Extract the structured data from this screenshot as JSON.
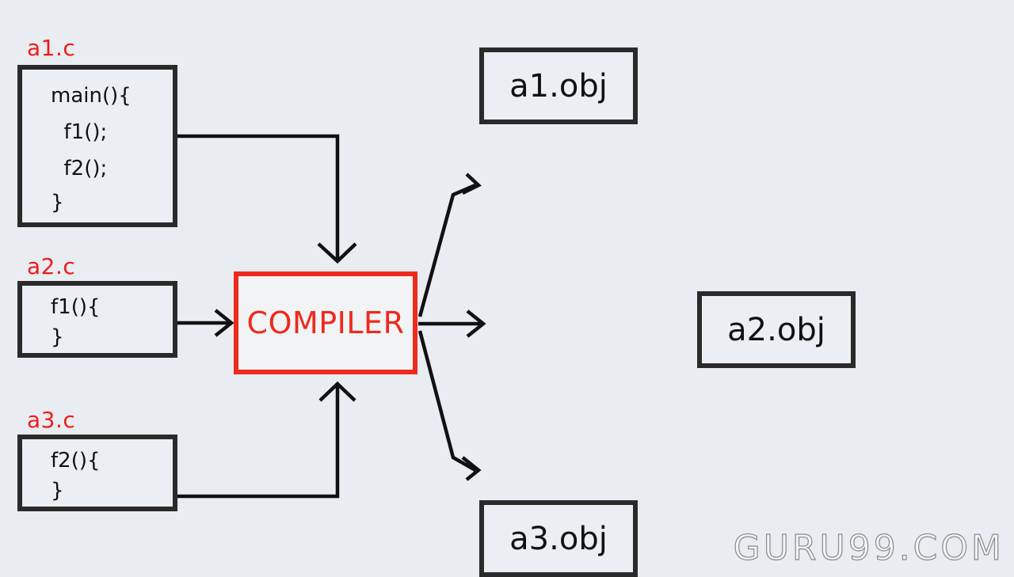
{
  "sources": [
    {
      "file": "a1.c",
      "lines": [
        "main(){",
        "  f1();",
        "  f2();",
        "}"
      ]
    },
    {
      "file": "a2.c",
      "lines": [
        "f1(){",
        "}"
      ]
    },
    {
      "file": "a3.c",
      "lines": [
        "f2(){",
        "}"
      ]
    }
  ],
  "compiler": {
    "label": "COMPILER"
  },
  "outputs": [
    "a1.obj",
    "a2.obj",
    "a3.obj"
  ],
  "watermark": "GURU99.COM",
  "colors": {
    "background": "#e9ecf0",
    "accent": "#ee1c1c",
    "stroke": "#2a2a2a"
  }
}
